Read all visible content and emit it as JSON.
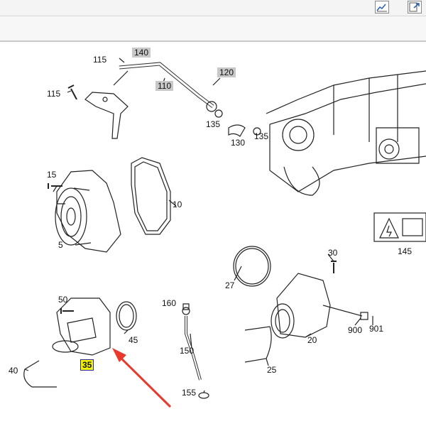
{
  "toolbar": {
    "icons": [
      "chart-icon",
      "export-icon"
    ]
  },
  "diagram": {
    "parts": [
      {
        "id": "p140",
        "label": "140",
        "boxed": true
      },
      {
        "id": "p115a",
        "label": "115"
      },
      {
        "id": "p120",
        "label": "120",
        "boxed": true
      },
      {
        "id": "p110",
        "label": "110",
        "boxed": true
      },
      {
        "id": "p115b",
        "label": "115"
      },
      {
        "id": "p135a",
        "label": "135"
      },
      {
        "id": "p135b",
        "label": "135"
      },
      {
        "id": "p130",
        "label": "130"
      },
      {
        "id": "p15",
        "label": "15"
      },
      {
        "id": "p10",
        "label": "10"
      },
      {
        "id": "p5",
        "label": "5"
      },
      {
        "id": "p145",
        "label": "145"
      },
      {
        "id": "p30",
        "label": "30"
      },
      {
        "id": "p27",
        "label": "27"
      },
      {
        "id": "p50",
        "label": "50"
      },
      {
        "id": "p160",
        "label": "160"
      },
      {
        "id": "p45",
        "label": "45"
      },
      {
        "id": "p900",
        "label": "900"
      },
      {
        "id": "p901",
        "label": "901"
      },
      {
        "id": "p20",
        "label": "20"
      },
      {
        "id": "p150",
        "label": "150"
      },
      {
        "id": "p35",
        "label": "35",
        "highlighted": true
      },
      {
        "id": "p40",
        "label": "40"
      },
      {
        "id": "p25",
        "label": "25"
      },
      {
        "id": "p155",
        "label": "155"
      }
    ],
    "colors": {
      "highlight": "#f4f400",
      "highlight_border": "#2a2aa8",
      "arrow": "#e8392c",
      "label_box": "#c8c8c8"
    }
  }
}
